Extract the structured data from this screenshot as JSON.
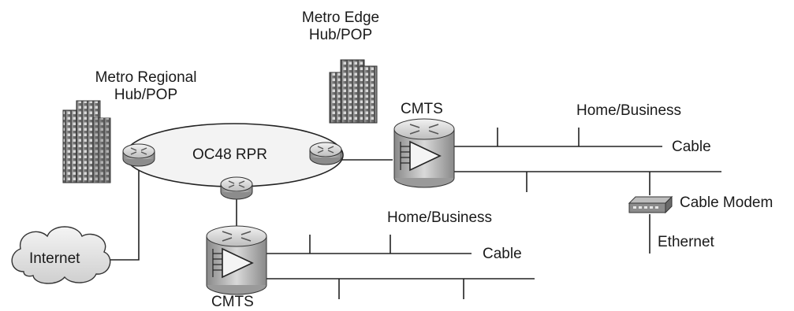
{
  "labels": {
    "metro_edge_line1": "Metro Edge",
    "metro_edge_line2": "Hub/POP",
    "metro_regional_line1": "Metro Regional",
    "metro_regional_line2": "Hub/POP",
    "ring": "OC48 RPR",
    "cmts_top": "CMTS",
    "cmts_bottom": "CMTS",
    "home_business_top": "Home/Business",
    "home_business_bottom": "Home/Business",
    "cable_top": "Cable",
    "cable_bottom": "Cable",
    "cable_modem": "Cable Modem",
    "ethernet": "Ethernet",
    "internet": "Internet"
  }
}
